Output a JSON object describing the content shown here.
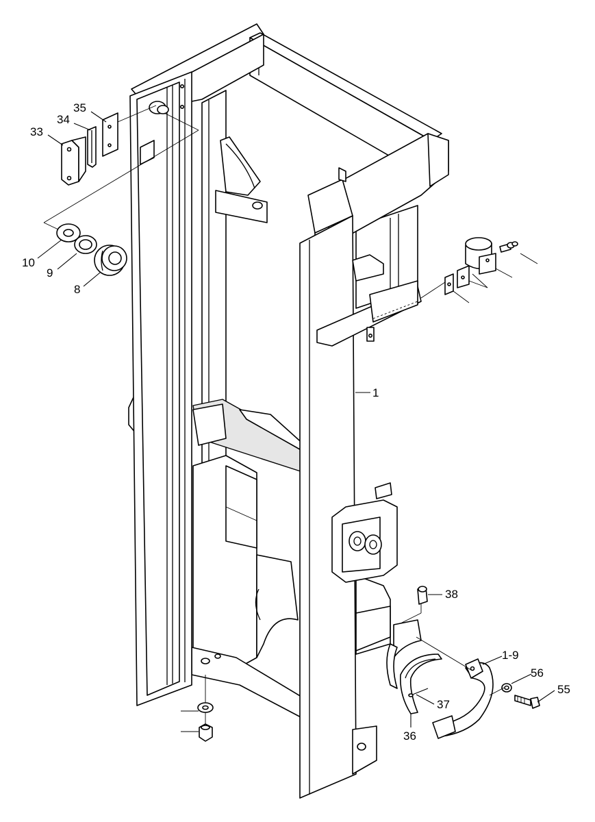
{
  "callouts": {
    "c35": "35",
    "c34": "34",
    "c33": "33",
    "c10": "10",
    "c9": "9",
    "c8": "8",
    "c1": "1",
    "c38": "38",
    "c1_9": "1-9",
    "c56": "56",
    "c55": "55",
    "c37": "37",
    "c36": "36"
  }
}
